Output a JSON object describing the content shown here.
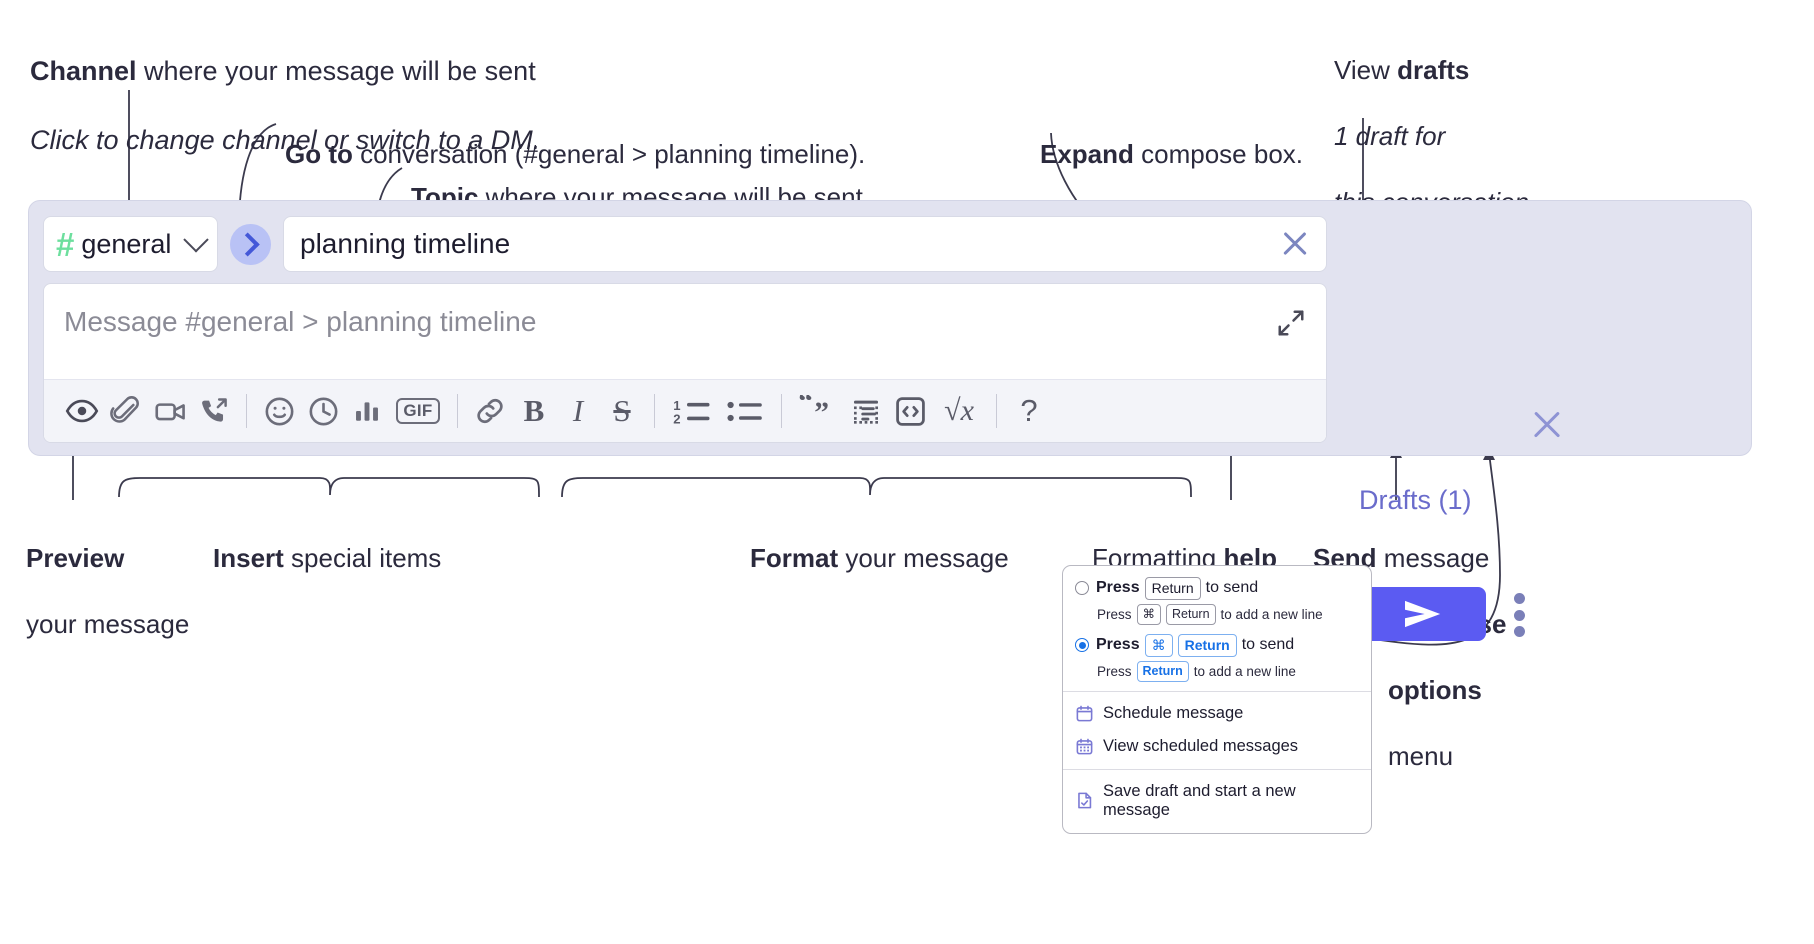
{
  "annotations": {
    "channel": {
      "l1_bold": "Channel",
      "l1_rest": " where your message will be sent",
      "l2": "Click to change channel or switch to a DM."
    },
    "goto": {
      "bold": "Go to",
      "rest": " conversation (#general > planning timeline)."
    },
    "topic": {
      "bold": "Topic",
      "rest": " where your message will be sent"
    },
    "expand": {
      "bold": "Expand",
      "rest": " compose box."
    },
    "drafts": {
      "l1_plain": "View ",
      "l1_bold": "drafts",
      "l2": "1 draft for",
      "l3": "this conversation"
    },
    "preview": {
      "bold": "Preview",
      "rest": "your message"
    },
    "insert": {
      "bold": "Insert",
      "rest": " special items"
    },
    "format": {
      "bold": "Format",
      "rest": " your message"
    },
    "help": {
      "plain": "Formatting ",
      "bold": "help"
    },
    "send": {
      "bold": "Send",
      "rest": " message"
    },
    "compose_options": {
      "l1": "Compose",
      "l2": "options",
      "l3": "menu"
    }
  },
  "compose": {
    "channel": {
      "hash": "#",
      "name": "general",
      "icon": "hash-icon",
      "chevron": "chevron-down-icon"
    },
    "go_to_conversation_icon": "chevron-right-circle-icon",
    "topic": {
      "value": "planning timeline",
      "clear_icon": "close-icon"
    },
    "message": {
      "placeholder": "Message #general > planning timeline",
      "expand_icon": "expand-arrows-icon"
    },
    "toolbar": [
      {
        "name": "preview-icon",
        "label": "Preview"
      },
      {
        "name": "attachment-icon",
        "label": "Attach file"
      },
      {
        "name": "video-icon",
        "label": "Video clip"
      },
      {
        "name": "audio-call-icon",
        "label": "Audio clip"
      },
      {
        "name": "divider",
        "label": ""
      },
      {
        "name": "emoji-icon",
        "label": "Emoji"
      },
      {
        "name": "clock-icon",
        "label": "Reminder"
      },
      {
        "name": "poll-icon",
        "label": "Poll"
      },
      {
        "name": "gif-icon",
        "label": "GIF"
      },
      {
        "name": "divider",
        "label": ""
      },
      {
        "name": "link-icon",
        "label": "Link"
      },
      {
        "name": "bold-icon",
        "label": "B"
      },
      {
        "name": "italic-icon",
        "label": "I"
      },
      {
        "name": "strikethrough-icon",
        "label": "S"
      },
      {
        "name": "divider",
        "label": ""
      },
      {
        "name": "ordered-list-icon",
        "label": "Ordered list"
      },
      {
        "name": "bulleted-list-icon",
        "label": "Bulleted list"
      },
      {
        "name": "divider",
        "label": ""
      },
      {
        "name": "blockquote-icon",
        "label": "Blockquote"
      },
      {
        "name": "code-block-icon",
        "label": "Code block"
      },
      {
        "name": "inline-code-icon",
        "label": "Code"
      },
      {
        "name": "latex-icon",
        "label": "LaTeX"
      },
      {
        "name": "divider",
        "label": ""
      },
      {
        "name": "help-icon",
        "label": "?"
      }
    ],
    "glyphs": {
      "gif": "GIF",
      "bold": "B",
      "italic": "I",
      "strike": "S",
      "quote": "“”",
      "sqrt": "√x",
      "help": "?",
      "list_1": "1",
      "list_2": "2"
    }
  },
  "panel": {
    "drafts_label": "Drafts (1)",
    "close_icon": "close-icon",
    "send_icon": "send-paper-plane-icon",
    "more_icon": "kebab-menu-icon"
  },
  "menu": {
    "option_1": {
      "selected": false,
      "main_pre": "Press",
      "main_key": "Return",
      "main_post": "to send",
      "sub_pre": "Press",
      "sub_key_1": "⌘",
      "sub_key_2": "Return",
      "sub_post": "to add a new line"
    },
    "option_2": {
      "selected": true,
      "main_pre": "Press",
      "main_key_1": "⌘",
      "main_key_2": "Return",
      "main_post": "to send",
      "sub_pre": "Press",
      "sub_key": "Return",
      "sub_post": "to add a new line"
    },
    "items": [
      {
        "label": "Schedule message",
        "icon": "calendar-icon"
      },
      {
        "label": "View scheduled messages",
        "icon": "calendar-grid-icon"
      },
      {
        "label": "Save draft and start a new message",
        "icon": "draft-save-icon"
      }
    ]
  },
  "colors": {
    "accent": "#5b5bf2",
    "panel_bg": "#e2e3f0",
    "hash_green": "#6ddf9e",
    "drafts_text": "#6a6ccb",
    "radio_blue": "#1771e6",
    "menu_icon": "#7a79d4",
    "anno_text": "#2b2a3d"
  }
}
